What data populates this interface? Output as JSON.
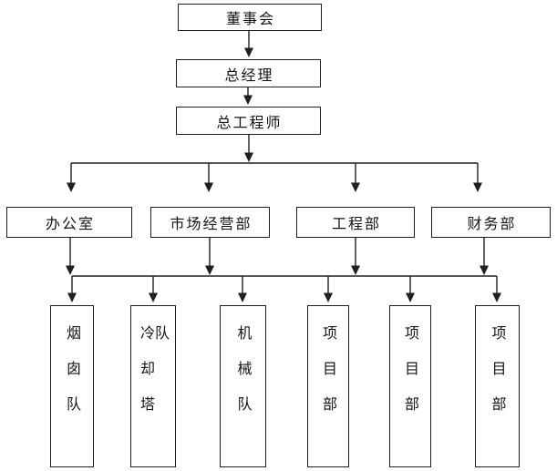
{
  "colors": {
    "line": "#1f1f1f",
    "background": "#ffffff"
  },
  "org": {
    "level1": [
      {
        "label": "董事会"
      },
      {
        "label": "总经理"
      },
      {
        "label": "总工程师"
      }
    ],
    "level2": [
      {
        "label": "办公室"
      },
      {
        "label": "市场经营部"
      },
      {
        "label": "工程部"
      },
      {
        "label": "财务部"
      }
    ],
    "level3": [
      {
        "label": "烟囱队"
      },
      {
        "label": "冷却塔队"
      },
      {
        "label": "机械队"
      },
      {
        "label": "项目部"
      },
      {
        "label": "项目部"
      },
      {
        "label": "项目部"
      }
    ]
  }
}
